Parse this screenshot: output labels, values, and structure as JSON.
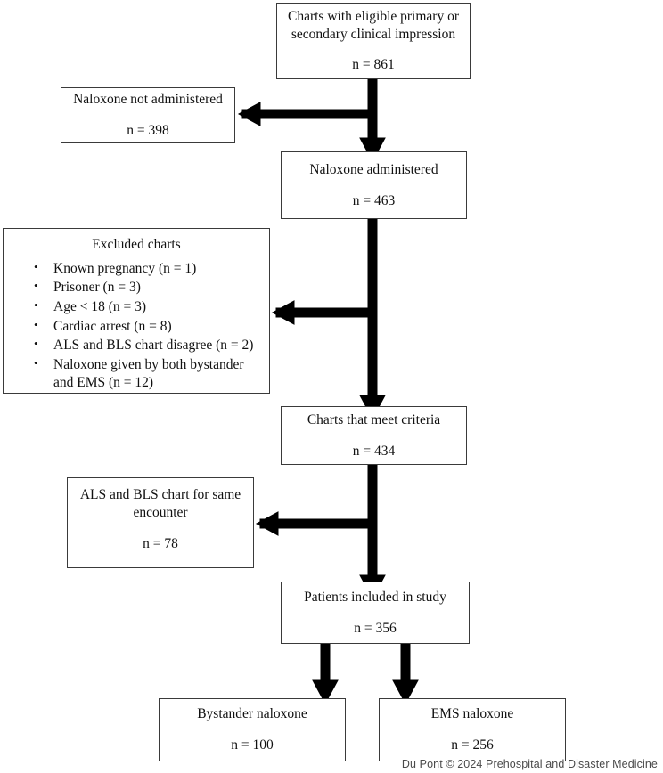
{
  "figure": {
    "type": "flowchart",
    "title": "Patient selection flow diagram for naloxone administration study",
    "footer": "Du Pont © 2024 Prehospital and Disaster Medicine"
  },
  "nodes": {
    "eligible": {
      "line1": "Charts with eligible primary or",
      "line2": "secondary clinical impression",
      "count": "n = 861"
    },
    "not_administered": {
      "line1": "Naloxone not administered",
      "count": "n = 398"
    },
    "administered": {
      "line1": "Naloxone administered",
      "count": "n = 463"
    },
    "excluded": {
      "title": "Excluded charts",
      "items": [
        "Known pregnancy (n = 1)",
        "Prisoner (n = 3)",
        "Age < 18 (n = 3)",
        "Cardiac arrest (n = 8)",
        "ALS and BLS chart disagree (n = 2)",
        "Naloxone given by both bystander",
        "and EMS (n = 12)"
      ]
    },
    "meet_criteria": {
      "line1": "Charts that meet criteria",
      "count": "n = 434"
    },
    "same_encounter": {
      "line1": "ALS and BLS chart for same",
      "line2": "encounter",
      "count": "n = 78"
    },
    "included": {
      "line1": "Patients included in study",
      "count": "n = 356"
    },
    "bystander": {
      "line1": "Bystander naloxone",
      "count": "n = 100"
    },
    "ems": {
      "line1": "EMS naloxone",
      "count": "n = 256"
    }
  },
  "colors": {
    "box_border": "#3a3a3a",
    "connector": "#000000",
    "text": "#111111",
    "footer_text": "#4a4a4a",
    "background": "#ffffff"
  }
}
